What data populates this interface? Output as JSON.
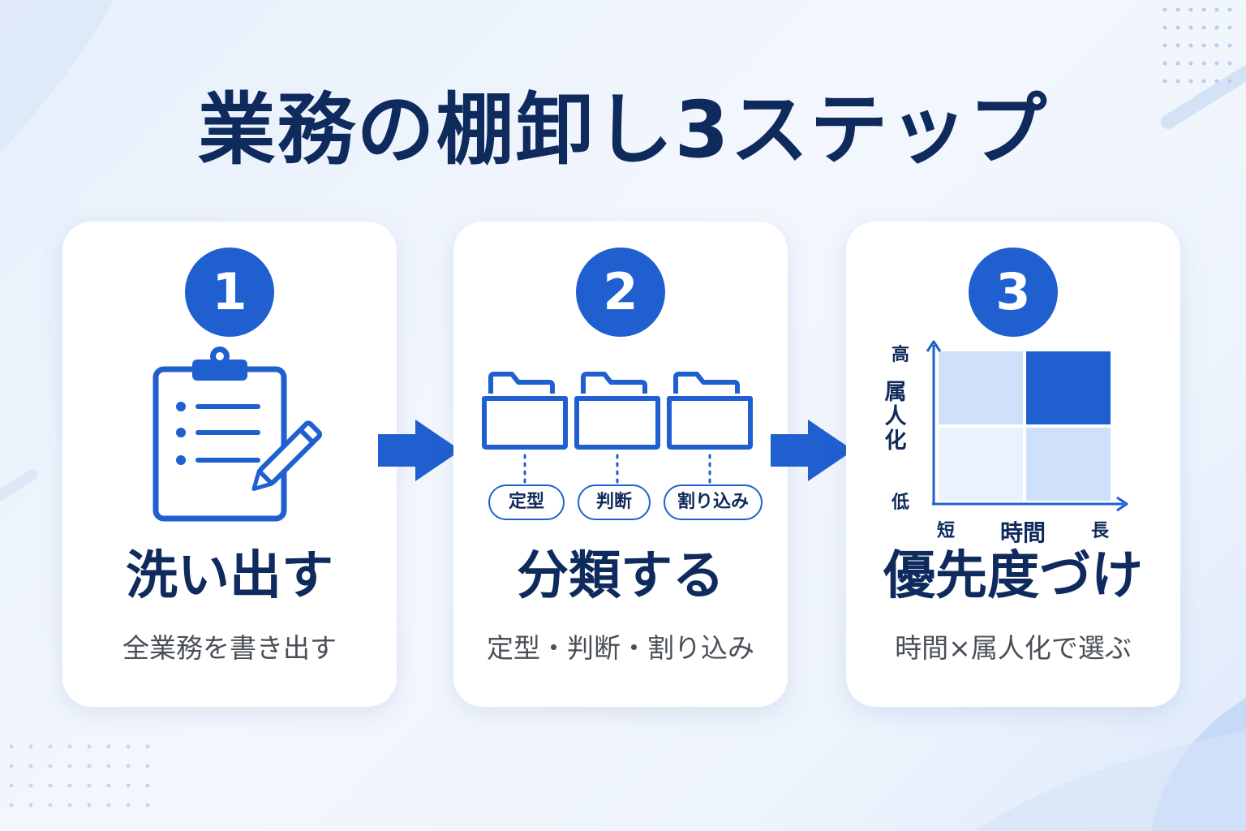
{
  "title": "業務の棚卸し3ステップ",
  "colors": {
    "accent": "#1f5fcf",
    "accent_light": "#cfe0fa",
    "text_dark": "#0f2a5c",
    "text_gray": "#4a4f57"
  },
  "steps": [
    {
      "number": "1",
      "title": "洗い出す",
      "subtitle": "全業務を書き出す",
      "icon": "clipboard-pencil-icon"
    },
    {
      "number": "2",
      "title": "分類する",
      "subtitle": "定型・判断・割り込み",
      "icon": "folder-icon",
      "tags": [
        "定型",
        "判断",
        "割り込み"
      ]
    },
    {
      "number": "3",
      "title": "優先度づけ",
      "subtitle": "時間×属人化で選ぶ",
      "icon": "priority-matrix-icon",
      "matrix": {
        "y_axis": "属人化",
        "y_high": "高",
        "y_low": "低",
        "x_axis": "時間",
        "x_low": "短",
        "x_high": "長"
      }
    }
  ]
}
